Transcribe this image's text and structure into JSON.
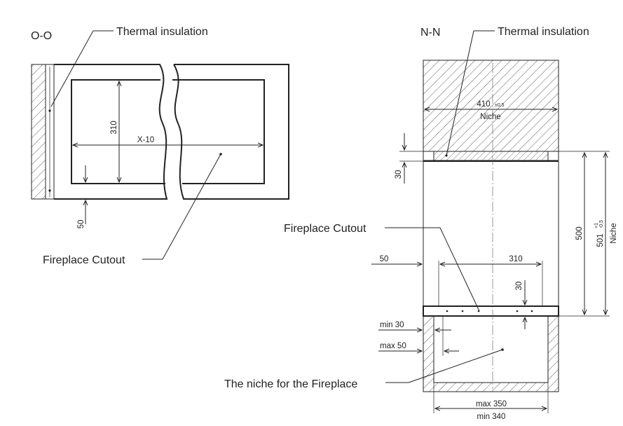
{
  "left_view": {
    "section_label": "O-O",
    "insulation_label": "Thermal insulation",
    "cutout_label": "Fireplace Cutout",
    "dim_height": "310",
    "dim_width": "X-10",
    "dim_bottom": "50"
  },
  "right_view": {
    "section_label": "N-N",
    "insulation_label": "Thermal insulation",
    "niche_width": "410",
    "niche_width_tol": "±0,5",
    "niche_caption": "Niche",
    "dim_30_top": "30",
    "cutout_label": "Fireplace Cutout",
    "dim_50": "50",
    "dim_310": "310",
    "dim_30_mid": "30",
    "dim_500": "500",
    "dim_501": "501",
    "dim_501_tol_plus": "+1",
    "dim_501_tol_minus": "-0,5",
    "niche_side_caption": "Niche",
    "min30": "min 30",
    "max50": "max 50",
    "niche_fireplace_label": "The niche for the Fireplace",
    "max350": "max 350",
    "min340": "min 340"
  }
}
